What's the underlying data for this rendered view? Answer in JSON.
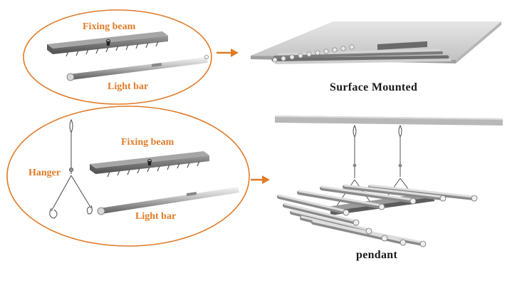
{
  "accent_color": "#e07b28",
  "top_group": {
    "fixing_beam_label": "Fixing beam",
    "light_bar_label": "Light bar",
    "caption": "Surface Mounted",
    "arrow_icon": "arrow-right-icon"
  },
  "bottom_group": {
    "hanger_label": "Hanger",
    "fixing_beam_label": "Fixing beam",
    "light_bar_label": "Light bar",
    "caption": "pendant",
    "arrow_icon": "arrow-right-icon"
  }
}
